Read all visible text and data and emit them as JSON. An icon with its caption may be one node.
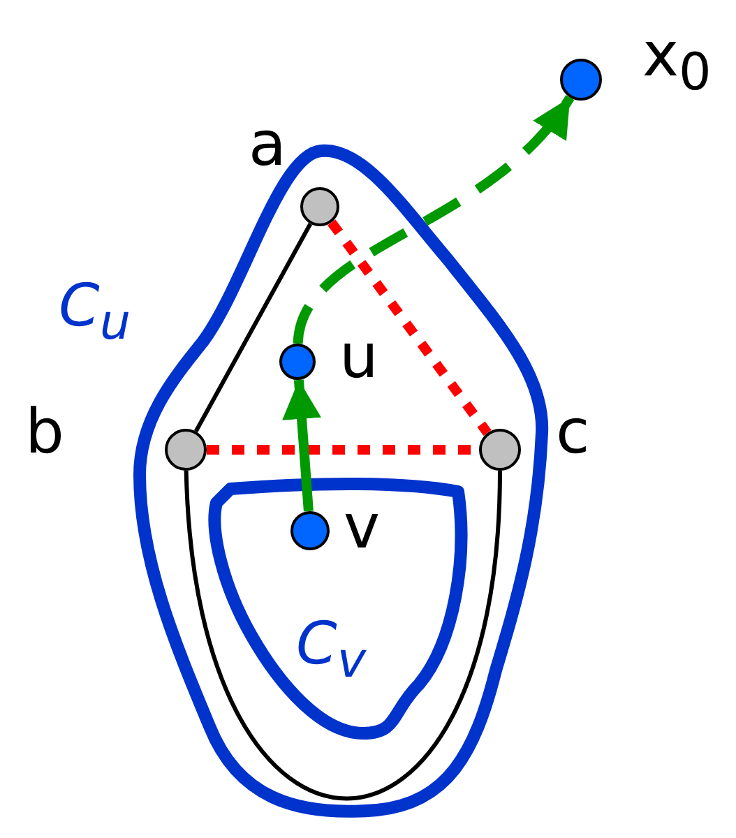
{
  "diagram": {
    "nodes": [
      {
        "text": [
          "C$_{u}$"
        ]
      },
      {
        "text": [],
        "shape": "circle",
        "beside": [
          "a"
        ],
        "in": 0
      },
      {
        "text": [],
        "shape": "circle",
        "beside": [
          "b"
        ],
        "in": 0
      },
      {
        "text": [],
        "shape": "circle",
        "beside": [
          "c"
        ],
        "in": 0
      },
      {
        "text": [],
        "shape": "circle",
        "beside": [
          "u"
        ],
        "in": 0
      },
      {
        "text": [
          "C$_{v}$"
        ],
        "in": 0
      },
      {
        "text": [],
        "shape": "circle",
        "beside": [
          "v"
        ],
        "in": 5
      },
      {
        "text": [],
        "shape": "circle",
        "beside": [
          "x$_{0}$"
        ]
      }
    ],
    "edges": [
      {
        "from": 1,
        "to": 2,
        "arrow": "none"
      },
      {
        "from": 2,
        "to": 3,
        "arrow": "none",
        "style": "dashed",
        "color": "#ff0000"
      },
      {
        "from": 1,
        "to": 3,
        "arrow": "none",
        "style": "dashed",
        "color": "#ff0000"
      },
      {
        "from": 2,
        "to": 3,
        "arrow": "none"
      },
      {
        "from": 6,
        "to": 4,
        "arrow": "to",
        "color": "#009900"
      },
      {
        "from": 4,
        "to": 7,
        "arrow": "to",
        "style": "dashed",
        "color": "#009900"
      }
    ]
  }
}
